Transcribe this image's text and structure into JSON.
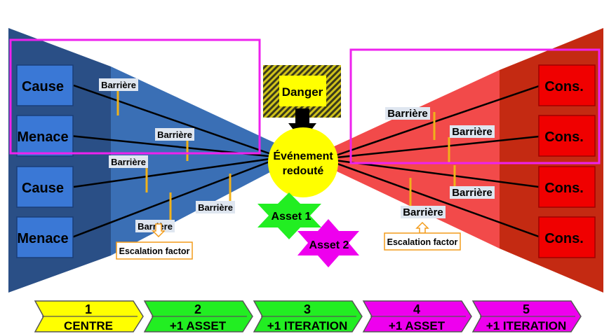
{
  "left_boxes": [
    {
      "label": "Cause"
    },
    {
      "label": "Menace"
    },
    {
      "label": "Cause"
    },
    {
      "label": "Menace"
    }
  ],
  "right_boxes": [
    {
      "label": "Cons."
    },
    {
      "label": "Cons."
    },
    {
      "label": "Cons."
    },
    {
      "label": "Cons."
    }
  ],
  "left_barriers": [
    "Barrière",
    "Barrière",
    "Barrière",
    "Barrière",
    "Barrière"
  ],
  "right_barriers": [
    "Barrière",
    "Barrière",
    "Barrière",
    "Barrière"
  ],
  "escalation": {
    "left": "Escalation factor",
    "right": "Escalation factor"
  },
  "danger": {
    "label": "Danger"
  },
  "event": {
    "line1": "Événement",
    "line2": "redouté"
  },
  "assets": [
    {
      "label": "Asset 1",
      "color": "#22ee22"
    },
    {
      "label": "Asset 2",
      "color": "#ee00ee"
    }
  ],
  "steps": [
    {
      "num": "1",
      "label": "CENTRE",
      "color": "#ffff00"
    },
    {
      "num": "2",
      "label": "+1 ASSET",
      "color": "#22ee22"
    },
    {
      "num": "3",
      "label": "+1 ITERATION",
      "color": "#22ee22"
    },
    {
      "num": "4",
      "label": "+1 ASSET",
      "color": "#ee00ee"
    },
    {
      "num": "5",
      "label": "+1 ITERATION",
      "color": "#ee00ee"
    }
  ],
  "colors": {
    "left_dark": "#2a4f86",
    "left_main": "#3a6fb5",
    "right_dark": "#c42a12",
    "right_main": "#f24a4a",
    "cause_box": "#3a78d6",
    "cons_box": "#f00000",
    "highlight": "#ee22ee",
    "barrier_tick": "#f0b21a",
    "escalation": "#f39c1a",
    "event": "#ffff00"
  }
}
